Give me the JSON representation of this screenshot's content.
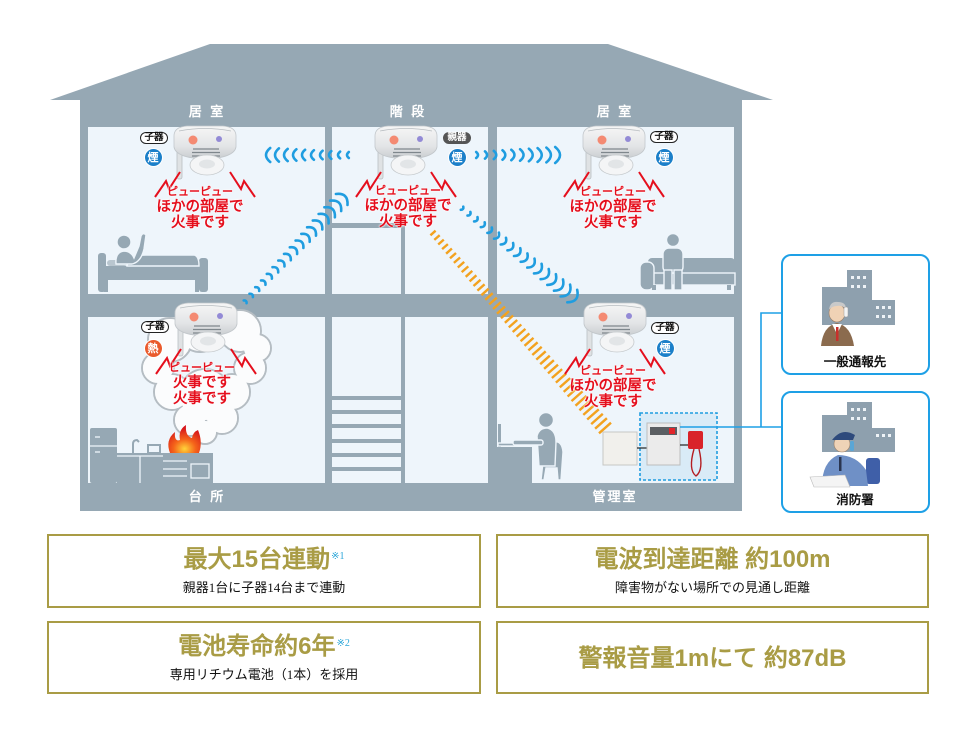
{
  "colors": {
    "wall": "#96a8b4",
    "room": "#eef5fb",
    "alarm_text": "#e50f1d",
    "smoke_badge": "#1b7fc9",
    "heat_badge": "#ea5a2c",
    "radio_wave": "#1f9de0",
    "wired_link": "#f3a21f",
    "panel_border": "#1ea0e6",
    "feature_accent": "#a99c45",
    "footnote": "#2aa6d9"
  },
  "rooms": {
    "upper_left": "居 室",
    "upper_middle": "階 段",
    "upper_right": "居 室",
    "lower_left": "台 所",
    "lower_right": "管理室"
  },
  "detectors": {
    "upper_left": {
      "unit": "子器",
      "sensor": "煙",
      "alarm": [
        "ピューピュー",
        "ほかの部屋で",
        "火事です"
      ]
    },
    "upper_middle": {
      "unit": "親器",
      "sensor": "煙",
      "alarm": [
        "ピューピュー",
        "ほかの部屋で",
        "火事です"
      ]
    },
    "upper_right": {
      "unit": "子器",
      "sensor": "煙",
      "alarm": [
        "ピューピュー",
        "ほかの部屋で",
        "火事です"
      ]
    },
    "lower_left": {
      "unit": "子器",
      "sensor": "熱",
      "alarm": [
        "ピューピュー",
        "火事です",
        "火事です"
      ]
    },
    "lower_right": {
      "unit": "子器",
      "sensor": "煙",
      "alarm": [
        "ピューピュー",
        "ほかの部屋で",
        "火事です"
      ]
    }
  },
  "notification": {
    "general": "一般通報先",
    "fire_department": "消防署"
  },
  "features": [
    {
      "title": "最大15台連動",
      "footnote": "※1",
      "description": "親器1台に子器14台まで連動"
    },
    {
      "title": "電波到達距離 約100m",
      "description": "障害物がない場所での見通し距離"
    },
    {
      "title": "電池寿命約6年",
      "footnote": "※2",
      "description": "専用リチウム電池（1本）を採用"
    },
    {
      "title": "警報音量1mにて 約87dB"
    }
  ]
}
